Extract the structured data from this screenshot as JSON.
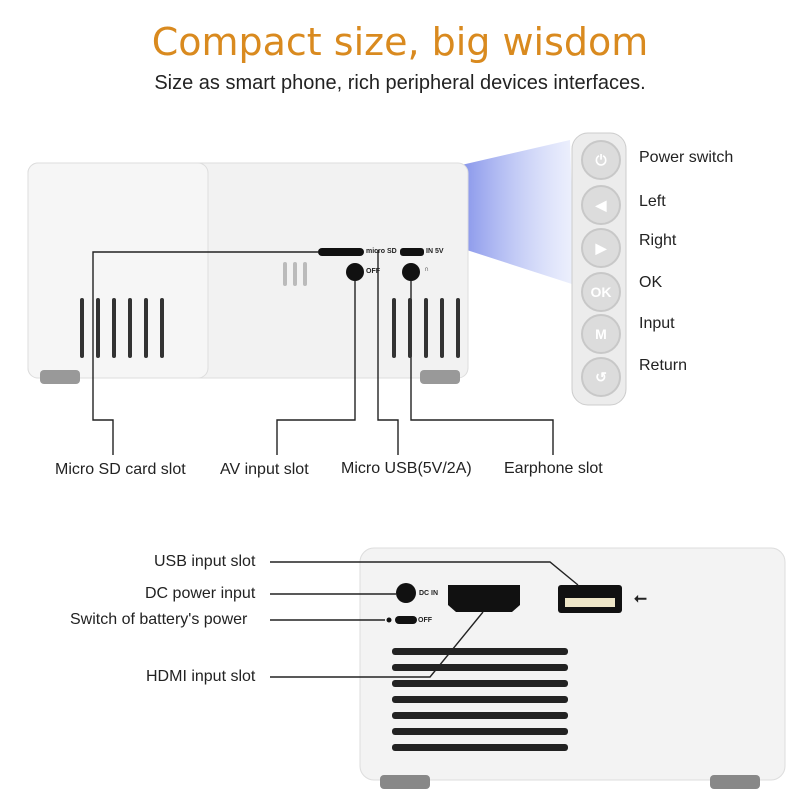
{
  "header": {
    "title": "Compact size, big wisdom",
    "subtitle": "Size as smart phone, rich peripheral devices interfaces."
  },
  "side_buttons": [
    {
      "label": "Power switch",
      "icon": "power-icon",
      "glyph": "⏻"
    },
    {
      "label": "Left",
      "icon": "left-arrow-icon",
      "glyph": "◀"
    },
    {
      "label": "Right",
      "icon": "right-arrow-icon",
      "glyph": "▶"
    },
    {
      "label": "OK",
      "icon": "ok-icon",
      "glyph": "OK"
    },
    {
      "label": "Input",
      "icon": "input-icon",
      "glyph": "M"
    },
    {
      "label": "Return",
      "icon": "return-icon",
      "glyph": "↺"
    }
  ],
  "top_device": {
    "micro_sd_mark": "micro SD",
    "in5v_mark": "IN 5V",
    "off_mark": "OFF"
  },
  "top_labels": {
    "micro_sd": "Micro SD card slot",
    "av": "AV input slot",
    "micro_usb": "Micro USB(5V/2A)",
    "earphone": "Earphone slot"
  },
  "bottom_device": {
    "dc_in_mark": "DC IN",
    "off_mark": "OFF"
  },
  "bottom_labels": {
    "usb": "USB input slot",
    "dc": "DC power input",
    "switch": "Switch of battery's power",
    "hdmi": "HDMI input slot"
  },
  "colors": {
    "title": "#d98a1f",
    "beam": "#3a55e0"
  }
}
